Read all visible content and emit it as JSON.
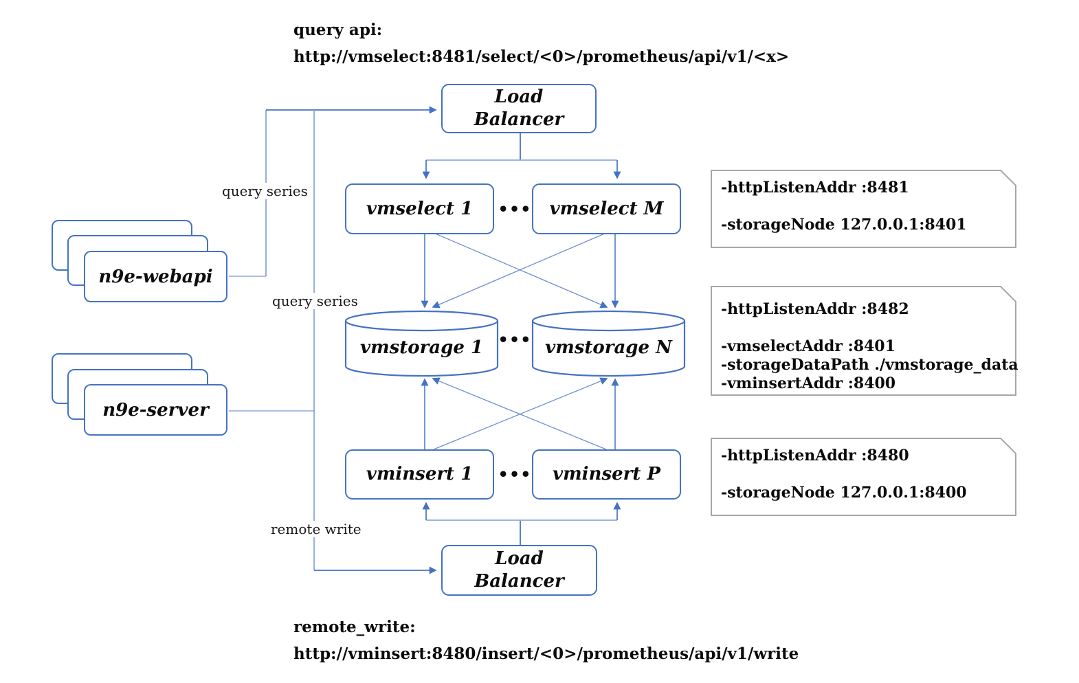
{
  "colors": {
    "accent_blue": "#4472C4",
    "light_blue": "#8FAADC",
    "mid_blue": "#7D9BD6",
    "note_border": "#A6A6A6",
    "text": "#111111"
  },
  "annotations": {
    "query_api": {
      "title": "query api:",
      "url": "http://vmselect:8481/select/<0>/prometheus/api/v1/<x>"
    },
    "remote_write": {
      "title": "remote_write:",
      "url": "http://vminsert:8480/insert/<0>/prometheus/api/v1/write"
    }
  },
  "edge_labels": {
    "webapi_query": "query series",
    "server_query": "query series",
    "server_write": "remote write"
  },
  "nodes": {
    "lb_top": {
      "line1": "Load",
      "line2": "Balancer"
    },
    "lb_bottom": {
      "line1": "Load",
      "line2": "Balancer"
    },
    "vmselect_1": "vmselect 1",
    "vmselect_m": "vmselect M",
    "vmstorage_1": "vmstorage 1",
    "vmstorage_n": "vmstorage N",
    "vminsert_1": "vminsert 1",
    "vminsert_p": "vminsert P",
    "n9e_webapi": "n9e-webapi",
    "n9e_server": "n9e-server",
    "ellipsis": "•••"
  },
  "notes": [
    {
      "lines": [
        "-httpListenAddr :8481",
        "-storageNode 127.0.0.1:8401"
      ]
    },
    {
      "lines": [
        "-httpListenAddr :8482",
        "-vmselectAddr :8401",
        "-storageDataPath ./vmstorage_data",
        "-vminsertAddr :8400"
      ]
    },
    {
      "lines": [
        "-httpListenAddr :8480",
        "-storageNode 127.0.0.1:8400"
      ]
    }
  ]
}
